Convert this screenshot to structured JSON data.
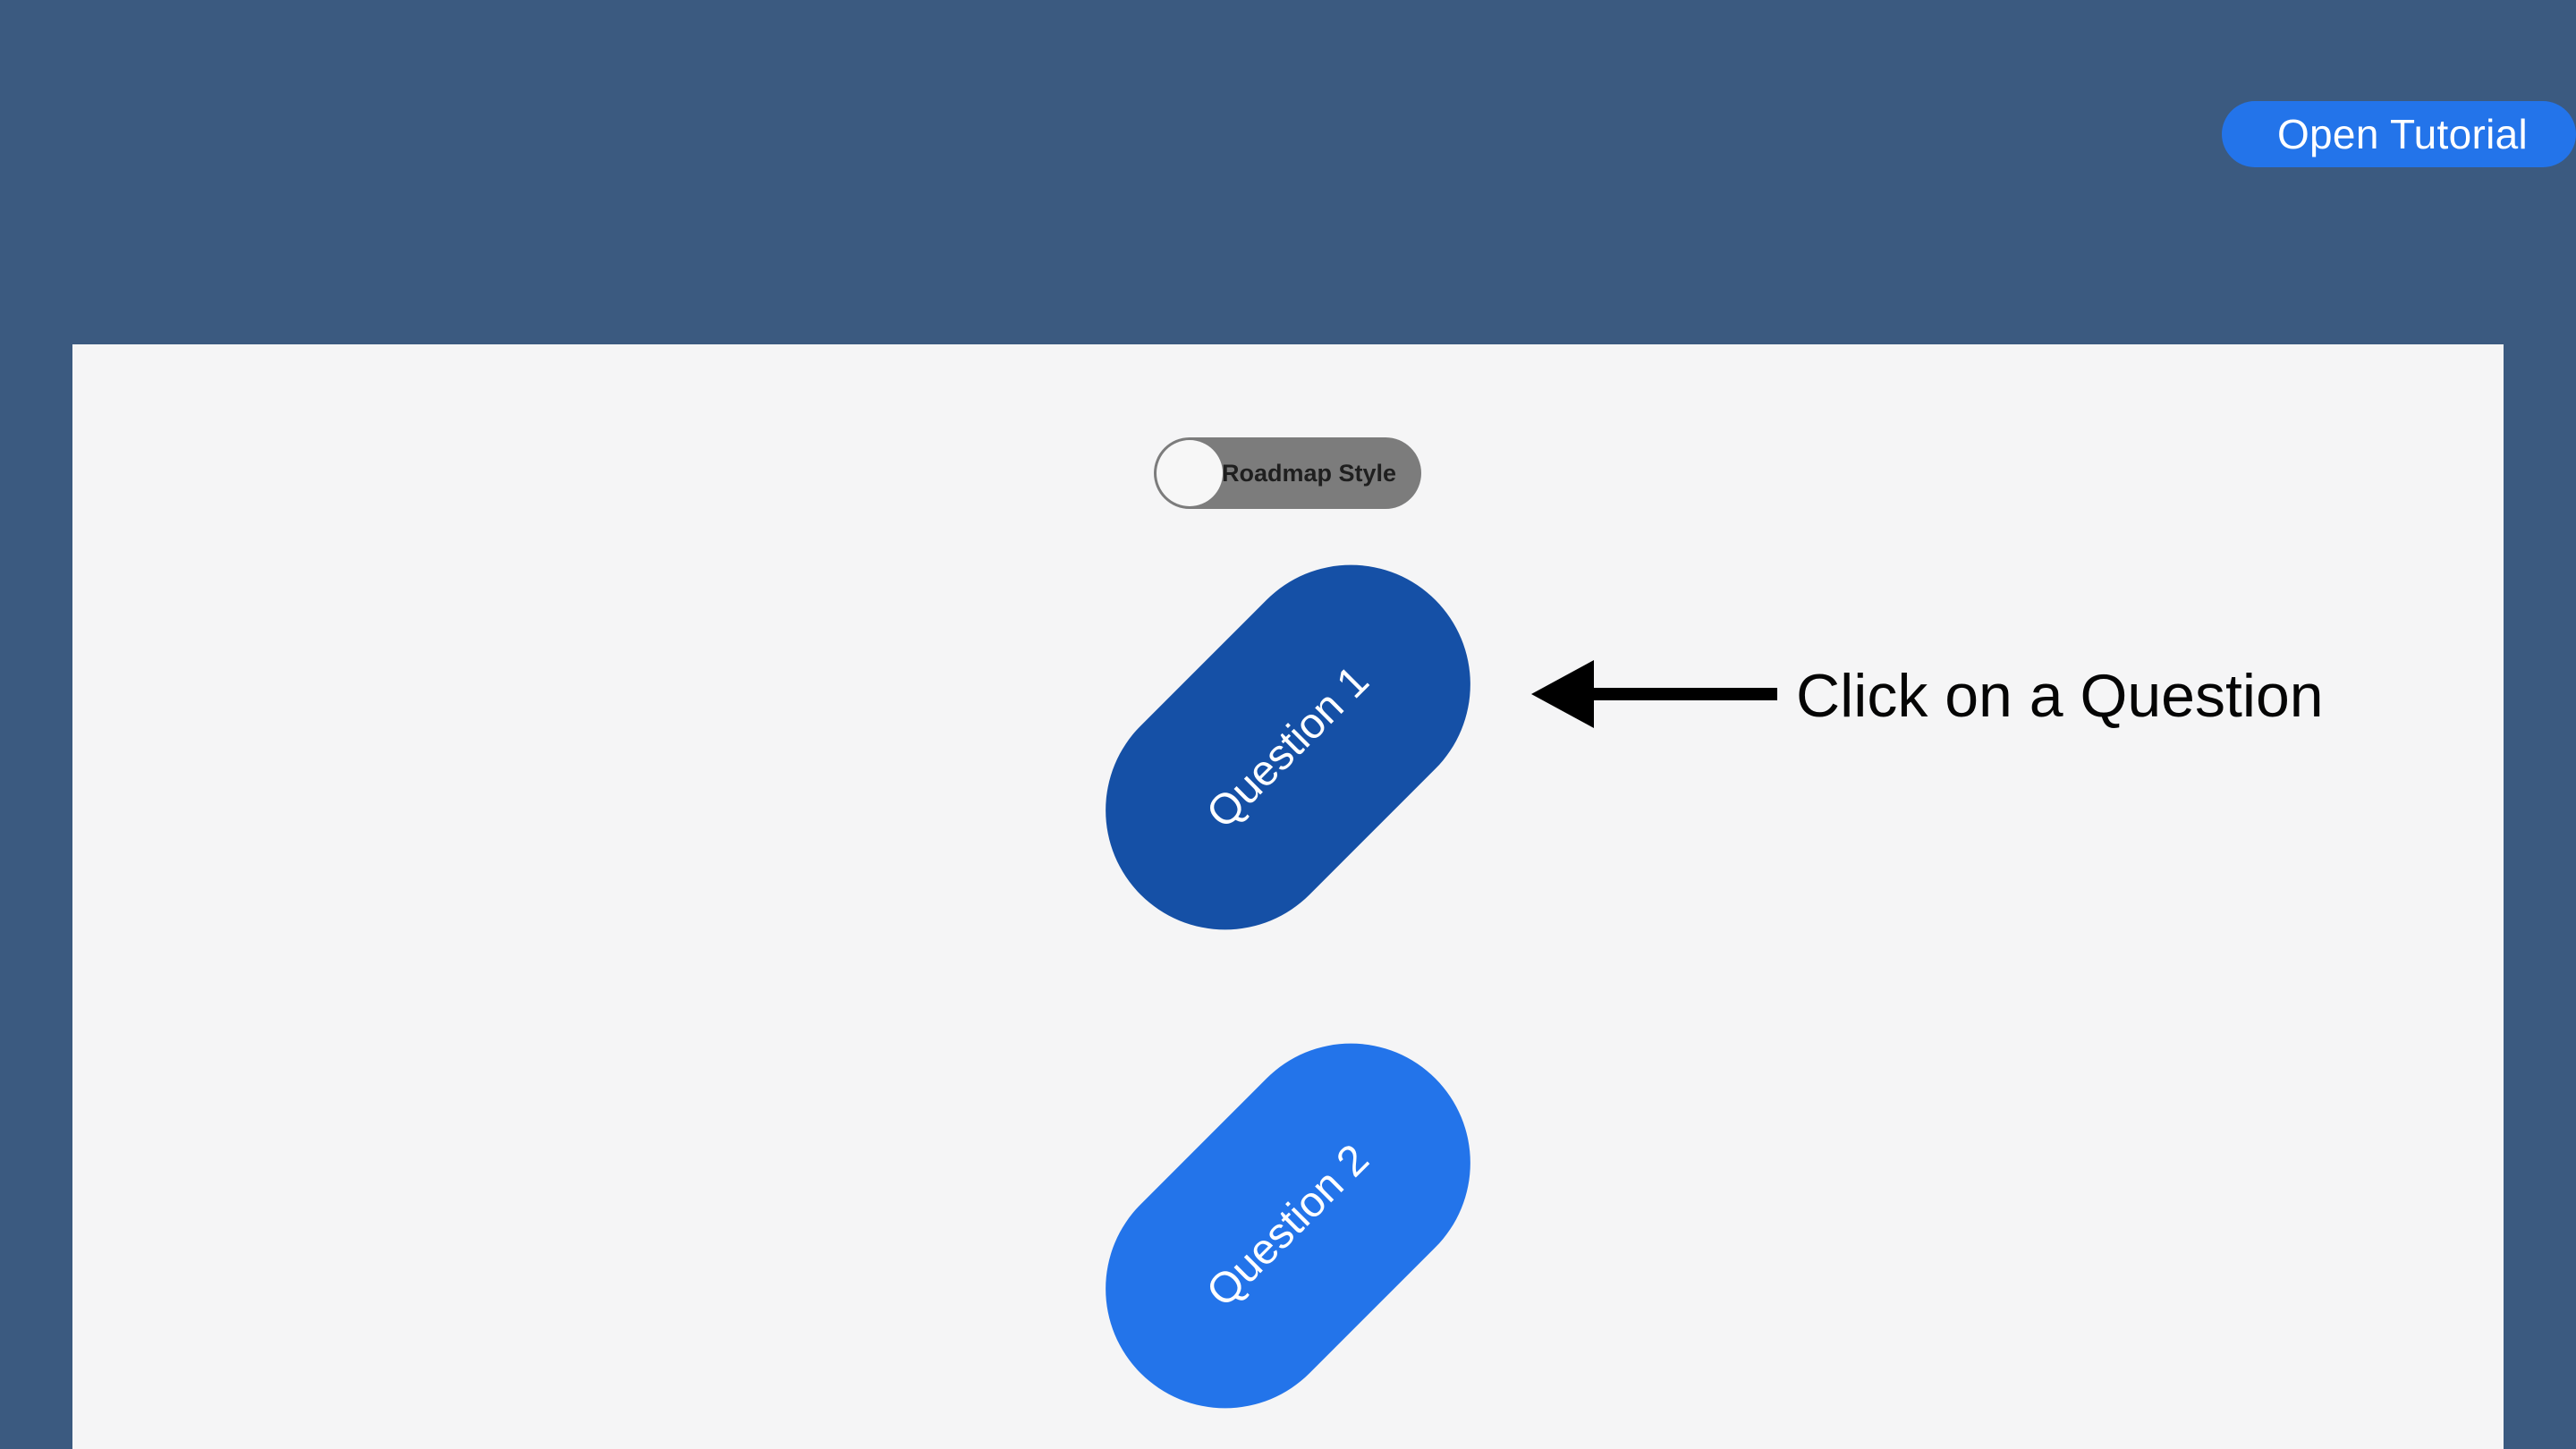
{
  "header": {
    "tutorial_button_label": "Open Tutorial"
  },
  "main": {
    "toggle": {
      "label": "Roadmap Style",
      "checked": false
    },
    "questions": [
      {
        "label": "Question 1"
      },
      {
        "label": "Question 2"
      }
    ],
    "hint": {
      "text": "Click on a Question"
    }
  },
  "colors": {
    "background": "#3b5a80",
    "panel": "#f5f5f6",
    "primary": "#2374ea",
    "question_active": "#1550a6",
    "toggle_track": "#7c7c7c"
  }
}
